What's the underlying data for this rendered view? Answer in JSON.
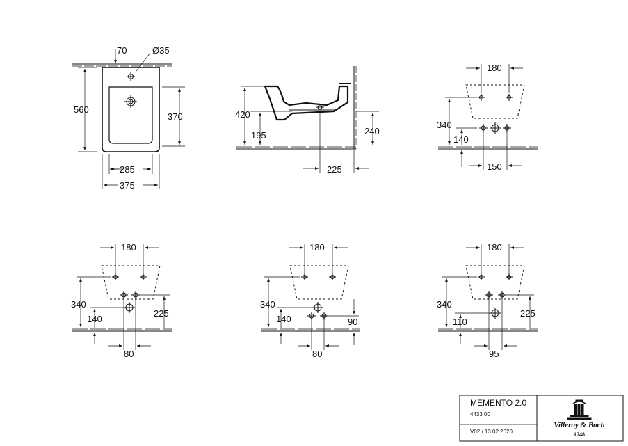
{
  "views": {
    "top": {
      "d70": "70",
      "d35": "Ø35",
      "d560": "560",
      "d370": "370",
      "d285": "285",
      "d375": "375"
    },
    "side": {
      "d420": "420",
      "d195": "195",
      "d240": "240",
      "d225": "225"
    },
    "conn1": {
      "d180": "180",
      "d340": "340",
      "d140": "140",
      "d150": "150"
    },
    "conn2": {
      "d180": "180",
      "d340": "340",
      "d140": "140",
      "d225": "225",
      "d80": "80"
    },
    "conn3": {
      "d180": "180",
      "d340": "340",
      "d140": "140",
      "d90": "90",
      "d80": "80"
    },
    "conn4": {
      "d180": "180",
      "d340": "340",
      "d110": "110",
      "d225": "225",
      "d95": "95"
    }
  },
  "title_block": {
    "product": "MEMENTO 2.0",
    "article": "4433 00",
    "version": "V02 / 13.02.2020",
    "brand": "Villeroy & Boch",
    "year": "1748"
  }
}
